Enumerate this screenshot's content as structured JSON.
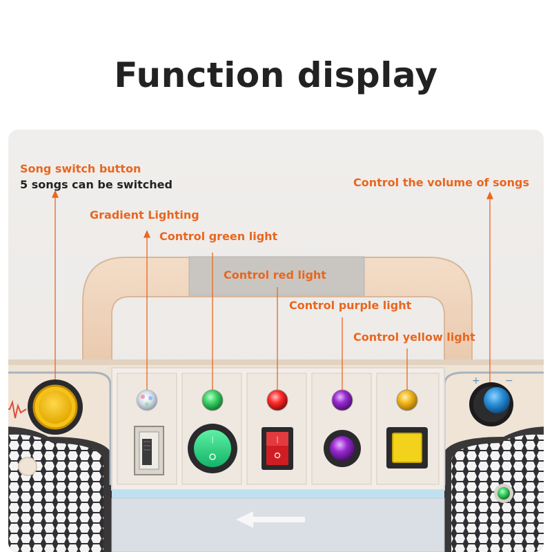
{
  "title": "Function display",
  "annotations": {
    "song_switch_button": "Song switch button",
    "songs_note": "5 songs can be switched",
    "gradient_lighting": "Gradient Lighting",
    "control_green": "Control green light",
    "control_red": "Control red light",
    "control_purple": "Control purple light",
    "control_yellow": "Control yellow light",
    "control_volume": "Control the volume of songs"
  },
  "colors": {
    "title": "#222222",
    "annotation": "#e9661e",
    "green_light": "#3fd36a",
    "red_light": "#ff2a2a",
    "purple_light": "#9a2ad0",
    "yellow_light": "#f4b81a",
    "volume_knob": "#2a8fd8"
  }
}
